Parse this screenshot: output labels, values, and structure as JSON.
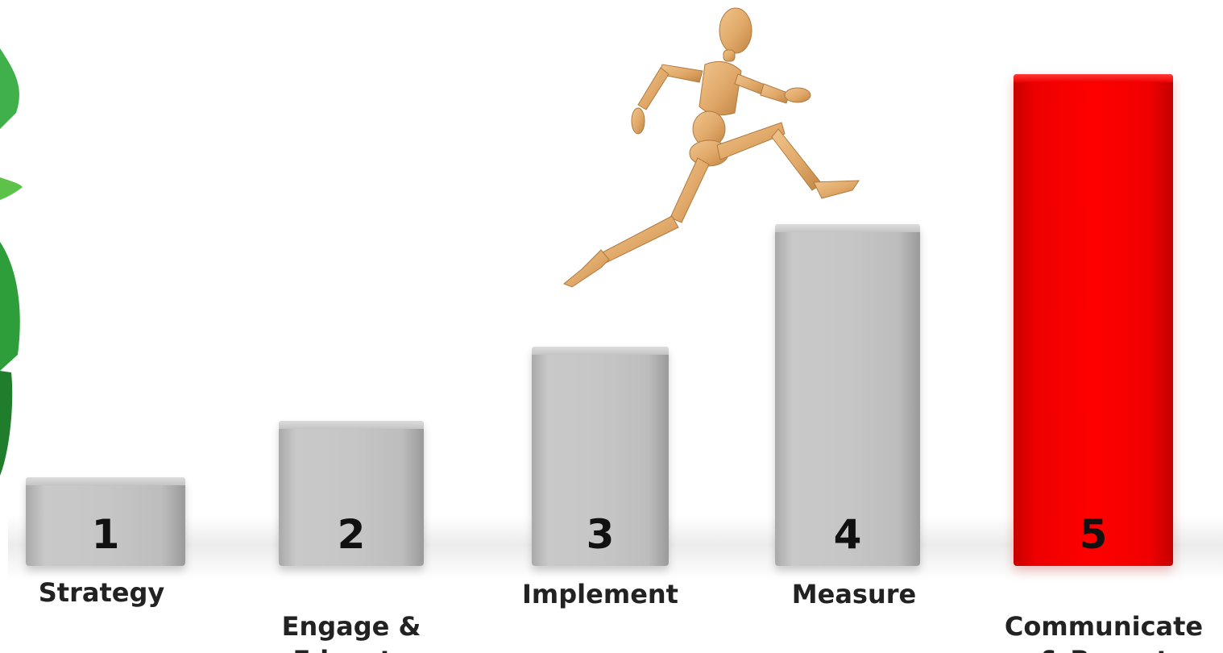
{
  "steps": [
    {
      "number": "1",
      "label": "Strategy",
      "style": "grey"
    },
    {
      "number": "2",
      "label": "Engage &\nEducate",
      "style": "grey"
    },
    {
      "number": "3",
      "label": "Implement",
      "style": "grey"
    },
    {
      "number": "4",
      "label": "Measure",
      "style": "grey"
    },
    {
      "number": "5",
      "label": "Communicate\n& Report",
      "style": "red"
    }
  ],
  "colors": {
    "grey_bar": "#c6c6c6",
    "highlight_bar": "#ff0000",
    "leaf_green": "#2e9e3a",
    "figure_wood": "#e0a868"
  },
  "illustration": {
    "figure": "wooden-mannequin-running-icon",
    "leaf": "green-leaf-icon"
  }
}
